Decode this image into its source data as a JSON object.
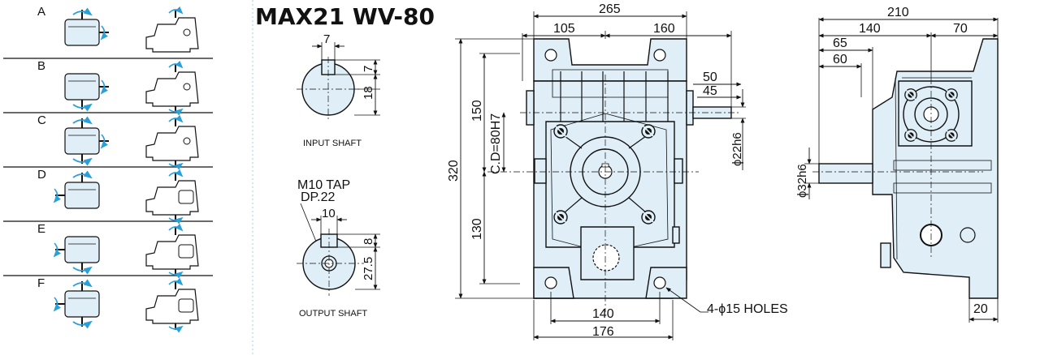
{
  "title": "MAX21 WV-80",
  "mounting": {
    "labels": [
      "A",
      "B",
      "C",
      "D",
      "E",
      "F"
    ],
    "accent_color": "#2a9fd8",
    "body_color": "#dfeef7"
  },
  "input_shaft": {
    "caption": "INPUT SHAFT",
    "key_width": "7",
    "key_depth": "7",
    "height": "18"
  },
  "output_shaft": {
    "tap_label": "M10 TAP",
    "depth_label": "DP.22",
    "key_width": "10",
    "key_depth": "8",
    "height": "27.5",
    "caption": "OUTPUT SHAFT"
  },
  "front_view": {
    "total_width": "265",
    "left_width": "105",
    "right_width": "160",
    "shaft_ext_1": "50",
    "shaft_ext_2": "45",
    "shaft_dia": "ϕ22h6",
    "upper_height": "150",
    "center_distance": "C.D=80H7",
    "total_height": "320",
    "lower_height": "130",
    "base_inner": "140",
    "base_outer": "176",
    "holes": "4-ϕ15 HOLES"
  },
  "side_view": {
    "total_width": "210",
    "width_140": "140",
    "width_70": "70",
    "width_65": "65",
    "width_60": "60",
    "shaft_dia": "ϕ32h6",
    "foot_thickness": "20"
  }
}
